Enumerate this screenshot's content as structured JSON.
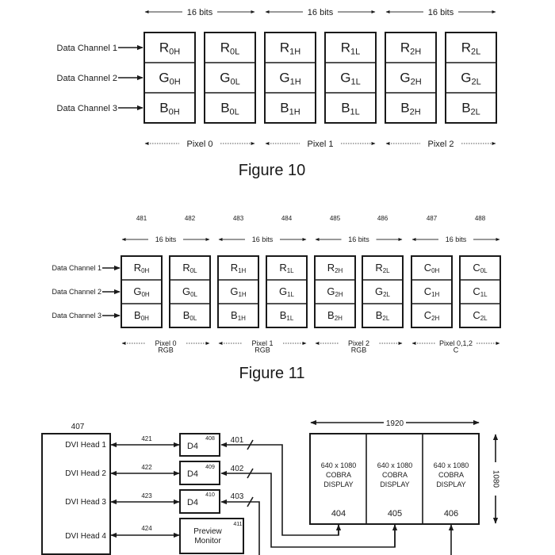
{
  "figure10": {
    "caption": "Figure 10",
    "channels": [
      "Data Channel 1",
      "Data Channel 2",
      "Data Channel 3"
    ],
    "bits_label": "16 bits",
    "groups": [
      {
        "pixel_label": "Pixel 0",
        "cells": [
          [
            [
              "R",
              "0H"
            ],
            [
              "G",
              "0H"
            ],
            [
              "B",
              "0H"
            ]
          ],
          [
            [
              "R",
              "0L"
            ],
            [
              "G",
              "0L"
            ],
            [
              "B",
              "0L"
            ]
          ]
        ]
      },
      {
        "pixel_label": "Pixel 1",
        "cells": [
          [
            [
              "R",
              "1H"
            ],
            [
              "G",
              "1H"
            ],
            [
              "B",
              "1H"
            ]
          ],
          [
            [
              "R",
              "1L"
            ],
            [
              "G",
              "1L"
            ],
            [
              "B",
              "1L"
            ]
          ]
        ]
      },
      {
        "pixel_label": "Pixel 2",
        "cells": [
          [
            [
              "R",
              "2H"
            ],
            [
              "G",
              "2H"
            ],
            [
              "B",
              "2H"
            ]
          ],
          [
            [
              "R",
              "2L"
            ],
            [
              "G",
              "2L"
            ],
            [
              "B",
              "2L"
            ]
          ]
        ]
      }
    ]
  },
  "figure11": {
    "caption": "Figure 11",
    "channels": [
      "Data Channel 1",
      "Data Channel 2",
      "Data Channel 3"
    ],
    "bits_label": "16 bits",
    "ref_numbers": [
      "481",
      "482",
      "483",
      "484",
      "485",
      "486",
      "487",
      "488"
    ],
    "groups": [
      {
        "pixel_label": "Pixel 0",
        "sub_label": "RGB",
        "cells": [
          [
            [
              "R",
              "0H"
            ],
            [
              "G",
              "0H"
            ],
            [
              "B",
              "0H"
            ]
          ],
          [
            [
              "R",
              "0L"
            ],
            [
              "G",
              "0L"
            ],
            [
              "B",
              "0L"
            ]
          ]
        ]
      },
      {
        "pixel_label": "Pixel 1",
        "sub_label": "RGB",
        "cells": [
          [
            [
              "R",
              "1H"
            ],
            [
              "G",
              "1H"
            ],
            [
              "B",
              "1H"
            ]
          ],
          [
            [
              "R",
              "1L"
            ],
            [
              "G",
              "1L"
            ],
            [
              "B",
              "1L"
            ]
          ]
        ]
      },
      {
        "pixel_label": "Pixel 2",
        "sub_label": "RGB",
        "cells": [
          [
            [
              "R",
              "2H"
            ],
            [
              "G",
              "2H"
            ],
            [
              "B",
              "2H"
            ]
          ],
          [
            [
              "R",
              "2L"
            ],
            [
              "G",
              "2L"
            ],
            [
              "B",
              "2L"
            ]
          ]
        ]
      },
      {
        "pixel_label": "Pixel 0,1,2",
        "sub_label": "C",
        "cells": [
          [
            [
              "C",
              "0H"
            ],
            [
              "C",
              "1H"
            ],
            [
              "C",
              "2H"
            ]
          ],
          [
            [
              "C",
              "0L"
            ],
            [
              "C",
              "1L"
            ],
            [
              "C",
              "2L"
            ]
          ]
        ]
      }
    ]
  },
  "system": {
    "host_ref": "407",
    "heads": [
      "DVI Head 1",
      "DVI Head 2",
      "DVI Head 3",
      "DVI Head 4"
    ],
    "link_refs": [
      "421",
      "422",
      "423",
      "424"
    ],
    "converters": [
      {
        "label": "D4",
        "ref": "408",
        "input_ref": "401"
      },
      {
        "label": "D4",
        "ref": "409",
        "input_ref": "402"
      },
      {
        "label": "D4",
        "ref": "410",
        "input_ref": "403"
      }
    ],
    "preview": {
      "line1": "Preview",
      "line2": "Monitor",
      "ref": "411"
    },
    "width_label": "1920",
    "height_label": "1080",
    "displays": [
      {
        "line1": "640 x 1080",
        "line2": "COBRA",
        "line3": "DISPLAY",
        "ref": "404"
      },
      {
        "line1": "640 x 1080",
        "line2": "COBRA",
        "line3": "DISPLAY",
        "ref": "405"
      },
      {
        "line1": "640 x 1080",
        "line2": "COBRA",
        "line3": "DISPLAY",
        "ref": "406"
      }
    ]
  }
}
